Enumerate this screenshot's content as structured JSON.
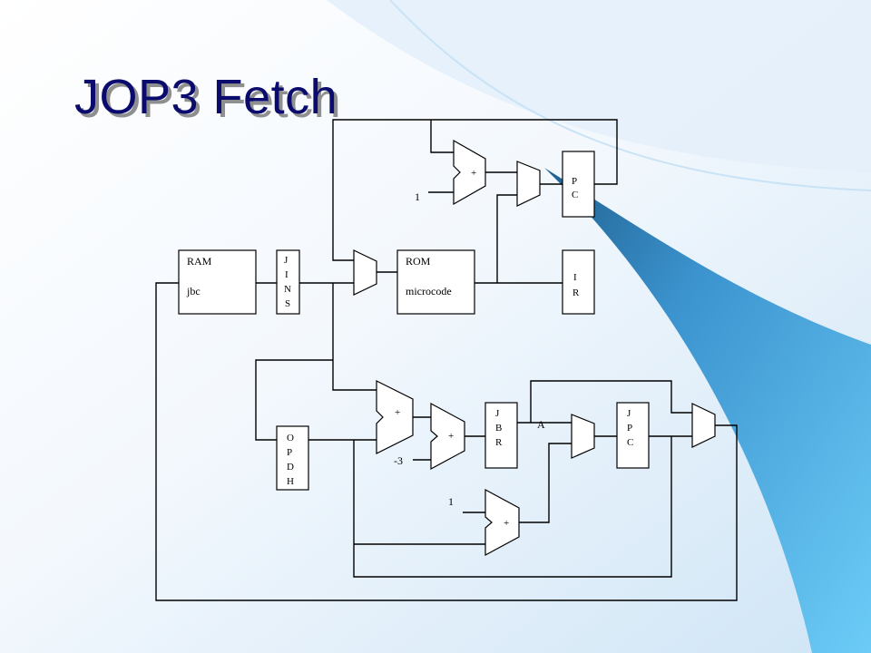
{
  "slide": {
    "title": "JOP3 Fetch",
    "colors": {
      "title": "#0b0b6e",
      "gradient_light": "#eaf3fc",
      "gradient_mid": "#bfdcf3",
      "swoosh": "#5fc3f5",
      "swoosh_dark": "#2e7fb6"
    }
  },
  "diagram": {
    "ram": {
      "line1": "RAM",
      "line2": "jbc"
    },
    "jins": [
      "J",
      "I",
      "N",
      "S"
    ],
    "rom": {
      "line1": "ROM",
      "line2": "microcode"
    },
    "pc": [
      "P",
      "C"
    ],
    "ir": [
      "I",
      "R"
    ],
    "opdh": [
      "O",
      "P",
      "D",
      "H"
    ],
    "jbr": [
      "J",
      "B",
      "R"
    ],
    "jpc": [
      "J",
      "P",
      "C"
    ],
    "adders": {
      "pc_add": "+",
      "opd_add": "+",
      "jbr_add": "+",
      "jpc_add": "+"
    },
    "constants": {
      "pc_one": "1",
      "minus_three": "-3",
      "jpc_one": "1"
    },
    "label_a": "A"
  }
}
